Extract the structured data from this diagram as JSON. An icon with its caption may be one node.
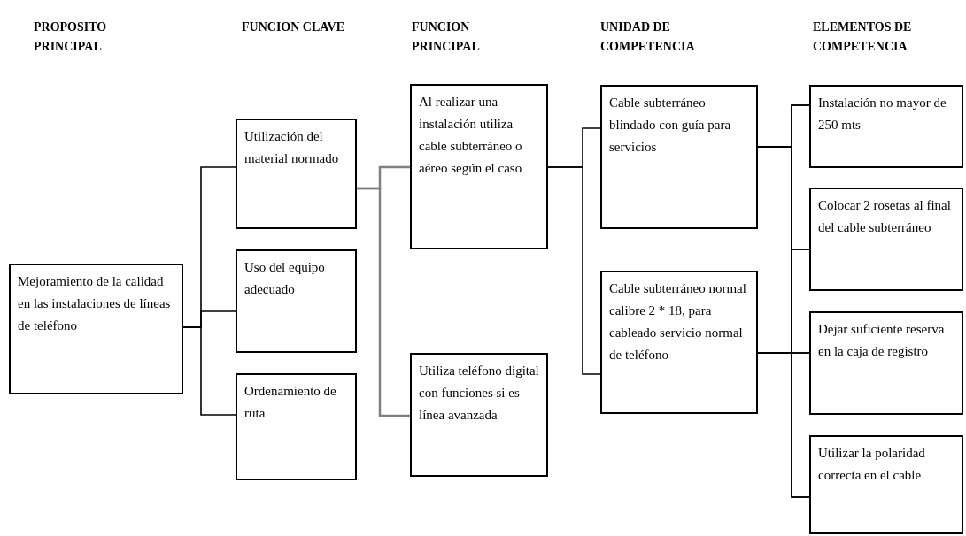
{
  "diagram": {
    "nodes": [
      {
        "text": [
          "Mejoramiento de la calidad en las instalaciones de líneas de teléfono"
        ]
      },
      {
        "text": [
          "Utilización del material normado"
        ]
      },
      {
        "text": [
          "Uso del equipo adecuado"
        ]
      },
      {
        "text": [
          "Ordenamiento de ruta"
        ]
      },
      {
        "text": [
          "Al realizar una instalación utiliza cable subterráneo o aéreo según el caso"
        ]
      },
      {
        "text": [
          "Utiliza teléfono digital con funciones si es línea avanzada"
        ]
      },
      {
        "text": [
          "Cable subterráneo blindado con guía para servicios"
        ]
      },
      {
        "text": [
          "Cable subterráneo normal calibre 2 * 18, para cableado servicio normal de teléfono"
        ]
      },
      {
        "text": [
          "Instalación no mayor de 250 mts"
        ]
      },
      {
        "text": [
          "Colocar 2 rosetas al final del cable subterráneo"
        ]
      },
      {
        "text": [
          "Dejar suficiente reserva en la caja de registro"
        ]
      },
      {
        "text": [
          "Utilizar la polaridad correcta en el cable"
        ]
      }
    ],
    "edges": [
      {
        "from": 0,
        "to": 1,
        "arrow": "none"
      },
      {
        "from": 0,
        "to": 2,
        "arrow": "none"
      },
      {
        "from": 0,
        "to": 3,
        "arrow": "none"
      },
      {
        "from": 1,
        "to": 4,
        "arrow": "none",
        "color": "#808080"
      },
      {
        "from": 1,
        "to": 5,
        "arrow": "none",
        "color": "#808080"
      },
      {
        "from": 4,
        "to": 6,
        "arrow": "none"
      },
      {
        "from": 4,
        "to": 7,
        "arrow": "none"
      },
      {
        "from": 6,
        "to": 8,
        "arrow": "none"
      },
      {
        "from": 6,
        "to": 9,
        "arrow": "none"
      },
      {
        "from": 6,
        "to": 10,
        "arrow": "none"
      },
      {
        "from": 6,
        "to": 11,
        "arrow": "none"
      },
      {
        "from": 7,
        "to": 8,
        "arrow": "none"
      },
      {
        "from": 7,
        "to": 9,
        "arrow": "none"
      },
      {
        "from": 7,
        "to": 10,
        "arrow": "none"
      },
      {
        "from": 7,
        "to": 11,
        "arrow": "none"
      }
    ],
    "labels": [
      "PROPOSITO PRINCIPAL",
      "FUNCION CLAVE",
      "FUNCION PRINCIPAL",
      "UNIDAD DE COMPETENCIA",
      "ELEMENTOS DE COMPETENCIA"
    ]
  }
}
